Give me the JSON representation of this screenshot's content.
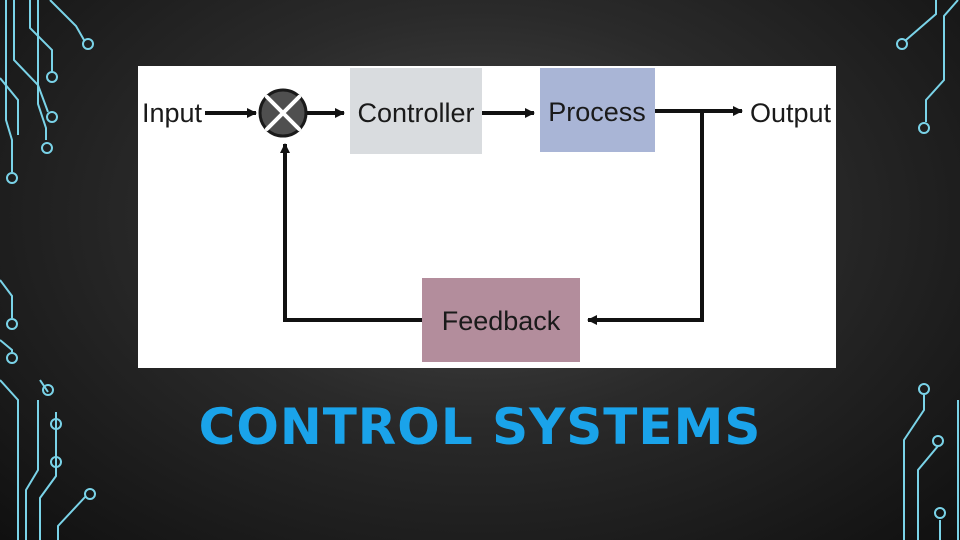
{
  "slide": {
    "title": "CONTROL SYSTEMS"
  },
  "diagram": {
    "nodes": {
      "input": "Input",
      "summing_junction": "",
      "controller": "Controller",
      "process": "Process",
      "output": "Output",
      "feedback": "Feedback"
    }
  },
  "colors": {
    "title": "#1aa3ea",
    "circuit_lines": "#7ad3e8",
    "controller_box": "#d9dcdf",
    "process_box": "#a9b5d6",
    "feedback_box": "#b38d9c",
    "summing_junction": "#4f4f4f"
  },
  "icons": {
    "summing_junction": "circle-x-icon",
    "decoration": "circuit-trace-icon"
  }
}
